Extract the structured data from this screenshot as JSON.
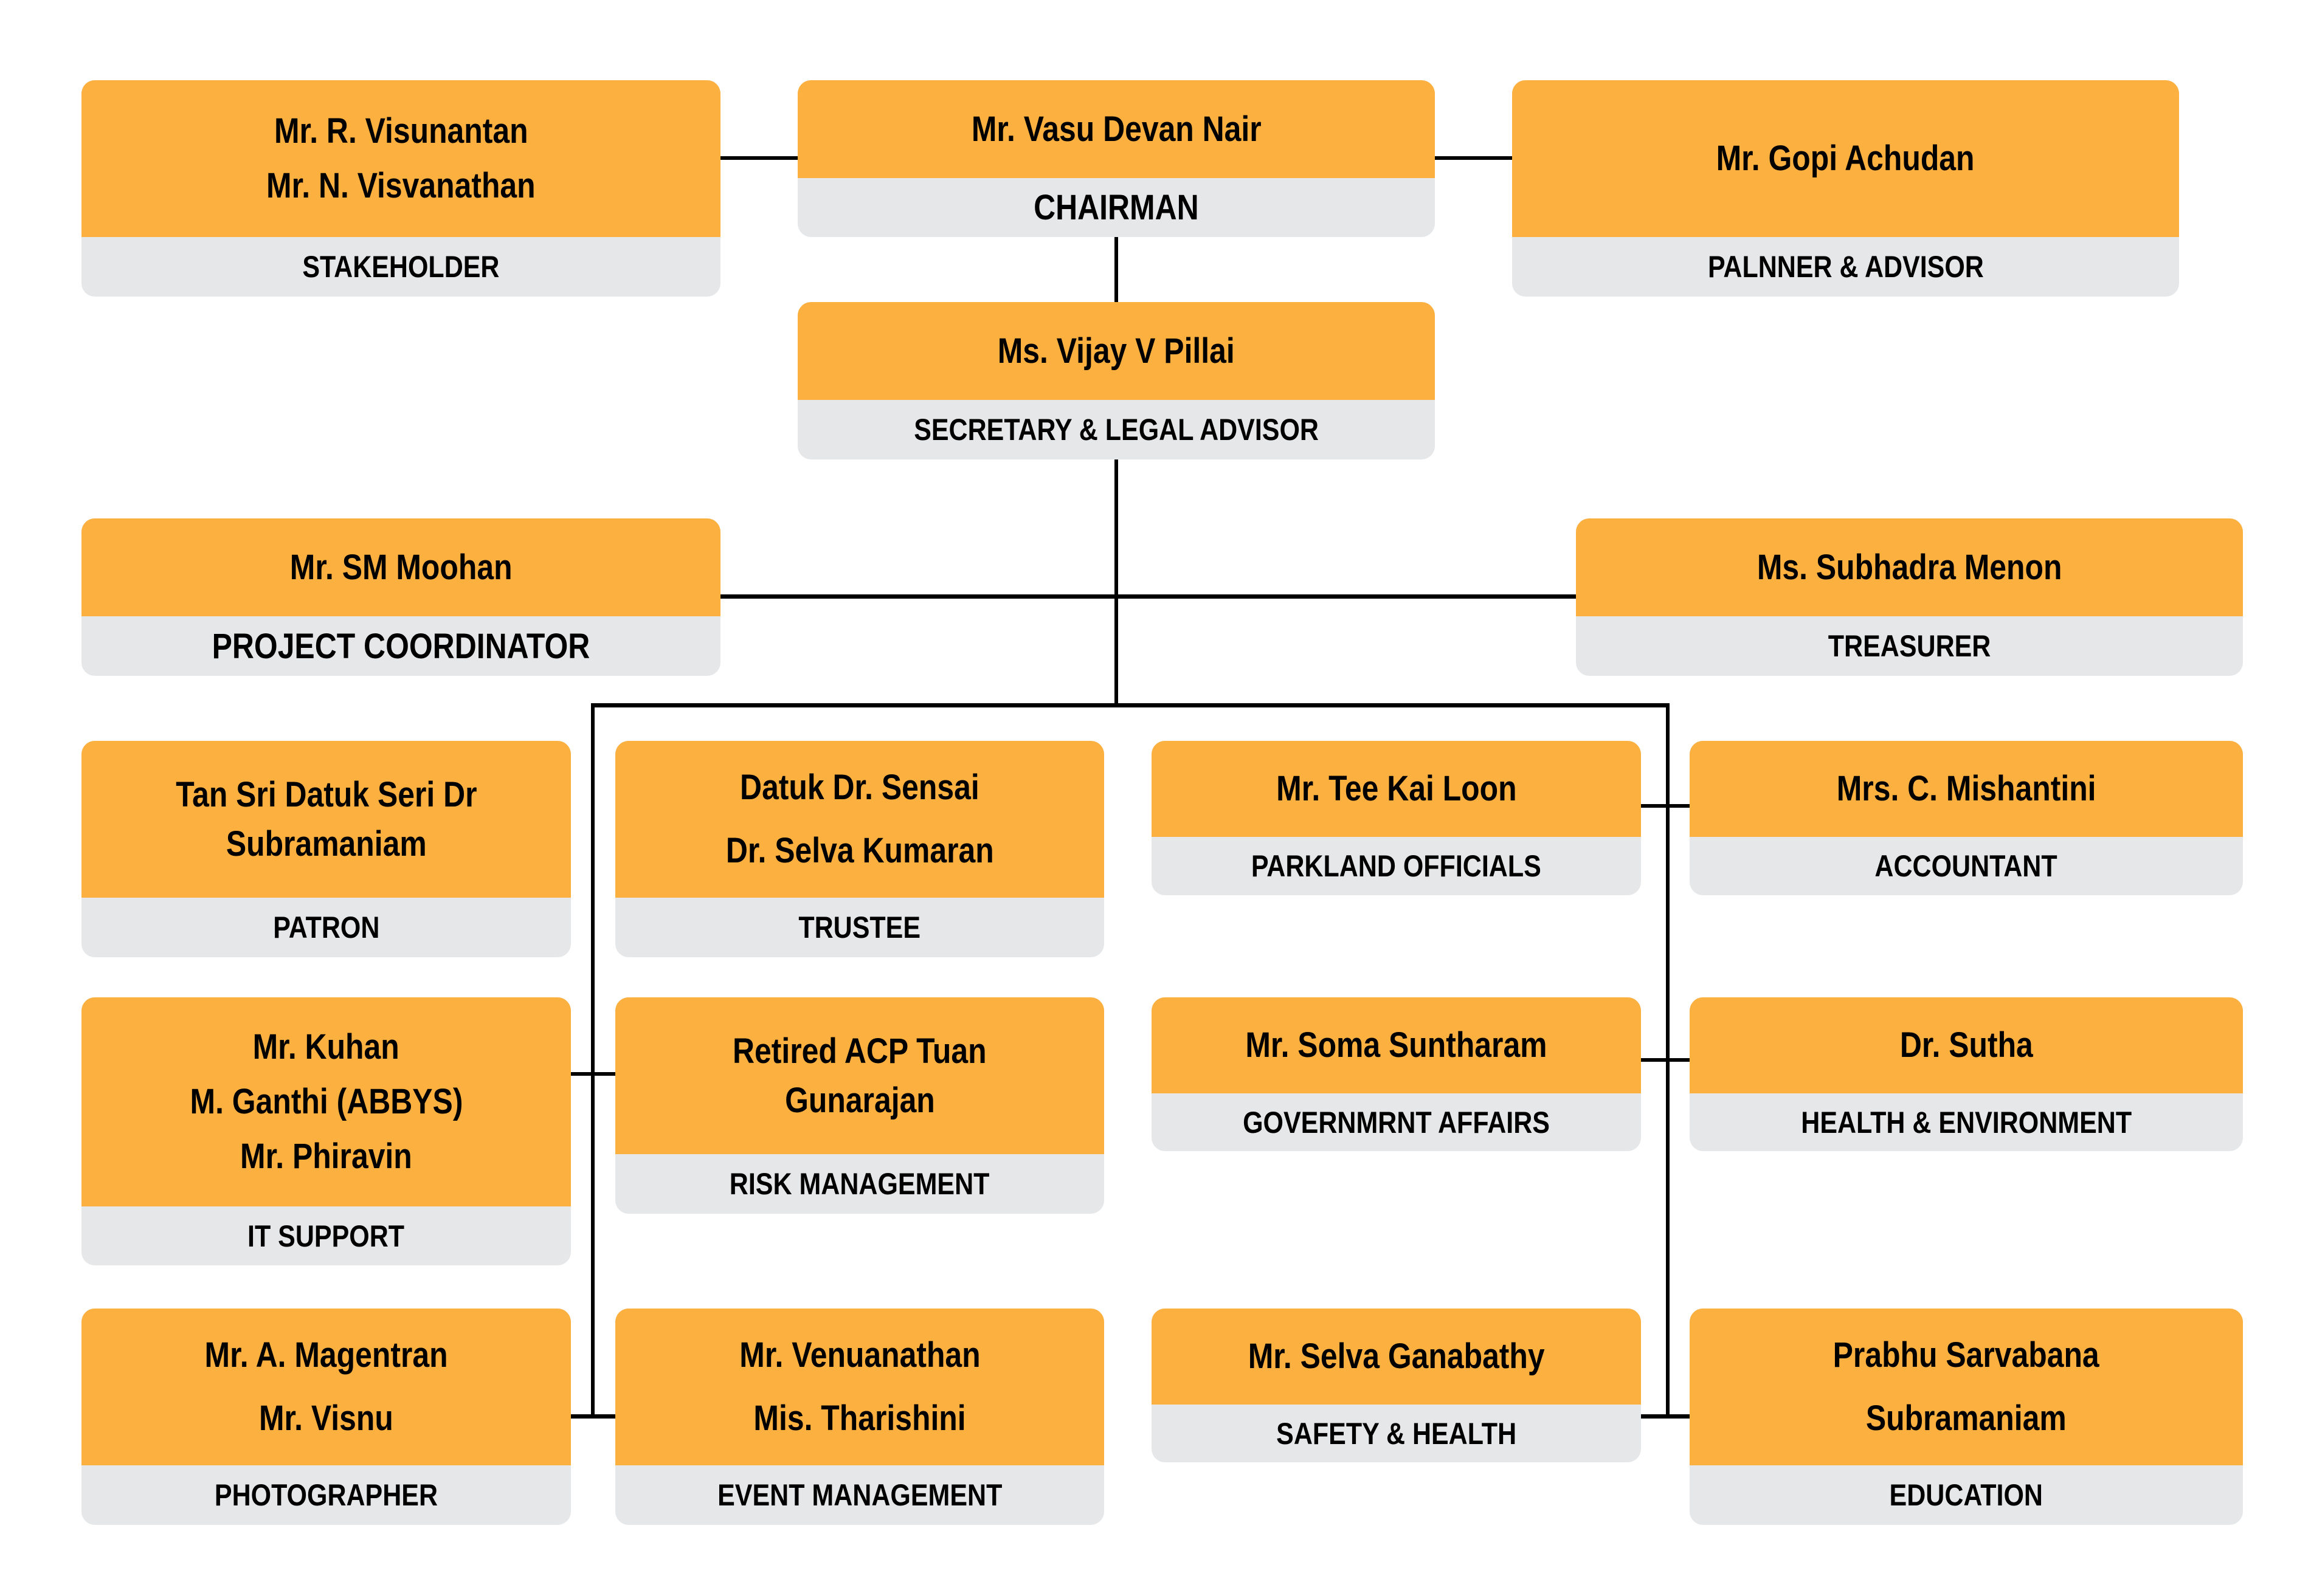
{
  "colors": {
    "name_band": "#fbb040",
    "role_band": "#e6e7e8",
    "connector": "#000000"
  },
  "top_left": {
    "names": [
      "Mr. R. Visunantan",
      "Mr. N. Visvanathan"
    ],
    "role": "STAKEHOLDER"
  },
  "chairman": {
    "names": [
      "Mr. Vasu Devan Nair"
    ],
    "role": "CHAIRMAN"
  },
  "top_right": {
    "names": [
      "Mr. Gopi Achudan"
    ],
    "role": "PALNNER & ADVISOR"
  },
  "secretary": {
    "names": [
      "Ms. Vijay V Pillai"
    ],
    "role": "SECRETARY & LEGAL ADVISOR"
  },
  "project_coordinator": {
    "names": [
      "Mr. SM Moohan"
    ],
    "role": "PROJECT COORDINATOR"
  },
  "treasurer": {
    "names": [
      "Ms. Subhadra Menon"
    ],
    "role": "TREASURER"
  },
  "patron": {
    "names": [
      "Tan Sri Datuk Seri Dr",
      "Subramaniam"
    ],
    "role": "PATRON"
  },
  "trustee": {
    "names": [
      "Datuk Dr. Sensai",
      "Dr. Selva Kumaran"
    ],
    "role": "TRUSTEE"
  },
  "parkland": {
    "names": [
      "Mr. Tee Kai Loon"
    ],
    "role": "PARKLAND OFFICIALS"
  },
  "accountant": {
    "names": [
      "Mrs. C. Mishantini"
    ],
    "role": "ACCOUNTANT"
  },
  "it_support": {
    "names": [
      "Mr. Kuhan",
      "M. Ganthi (ABBYS)",
      "Mr. Phiravin"
    ],
    "role": "IT SUPPORT"
  },
  "risk": {
    "names": [
      "Retired ACP Tuan",
      "Gunarajan"
    ],
    "role": "RISK MANAGEMENT"
  },
  "government": {
    "names": [
      "Mr. Soma Suntharam"
    ],
    "role": "GOVERNMRNT AFFAIRS"
  },
  "health_env": {
    "names": [
      "Dr. Sutha"
    ],
    "role": "HEALTH & ENVIRONMENT"
  },
  "photographer": {
    "names": [
      "Mr. A. Magentran",
      "Mr. Visnu"
    ],
    "role": "PHOTOGRAPHER"
  },
  "event": {
    "names": [
      "Mr. Venuanathan",
      "Mis. Tharishini"
    ],
    "role": "EVENT MANAGEMENT"
  },
  "safety": {
    "names": [
      "Mr. Selva Ganabathy"
    ],
    "role": "SAFETY & HEALTH"
  },
  "education": {
    "names": [
      "Prabhu Sarvabana",
      "Subramaniam"
    ],
    "role": "EDUCATION"
  }
}
